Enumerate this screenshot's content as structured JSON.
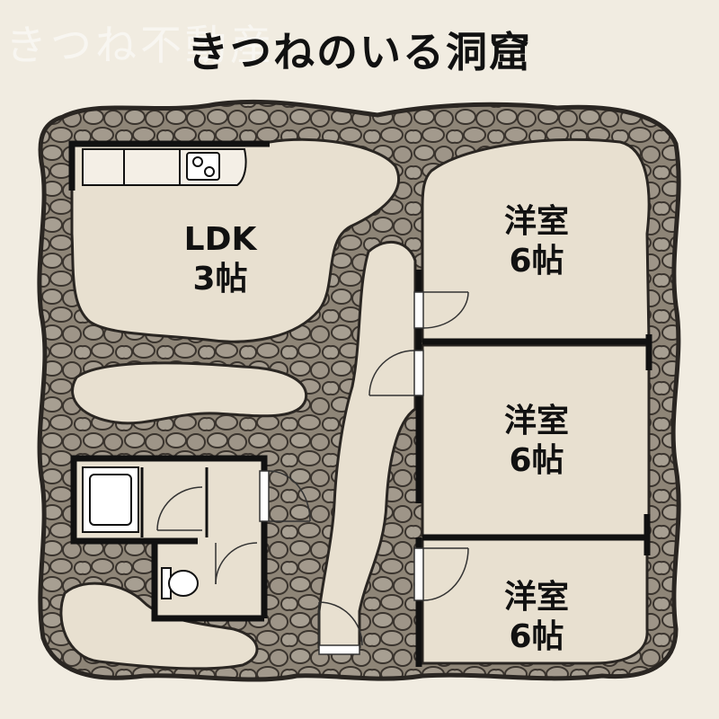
{
  "title": "きつねのいる洞窟",
  "watermark": "きつね不動産",
  "colors": {
    "background": "#f1ece1",
    "rock_fill": "#8e8577",
    "rock_outline": "#2a2622",
    "stone": "#a79f92",
    "room_floor": "#e8e0d0",
    "wall": "#111111"
  },
  "rooms": [
    {
      "id": "ldk",
      "name": "LDK",
      "size": "3帖"
    },
    {
      "id": "bedroom-1",
      "name": "洋室",
      "size": "6帖"
    },
    {
      "id": "bedroom-2",
      "name": "洋室",
      "size": "6帖"
    },
    {
      "id": "bedroom-3",
      "name": "洋室",
      "size": "6帖"
    }
  ],
  "fixtures": [
    "kitchen-counter-icon",
    "stove-icon",
    "bathtub-icon",
    "toilet-icon"
  ]
}
